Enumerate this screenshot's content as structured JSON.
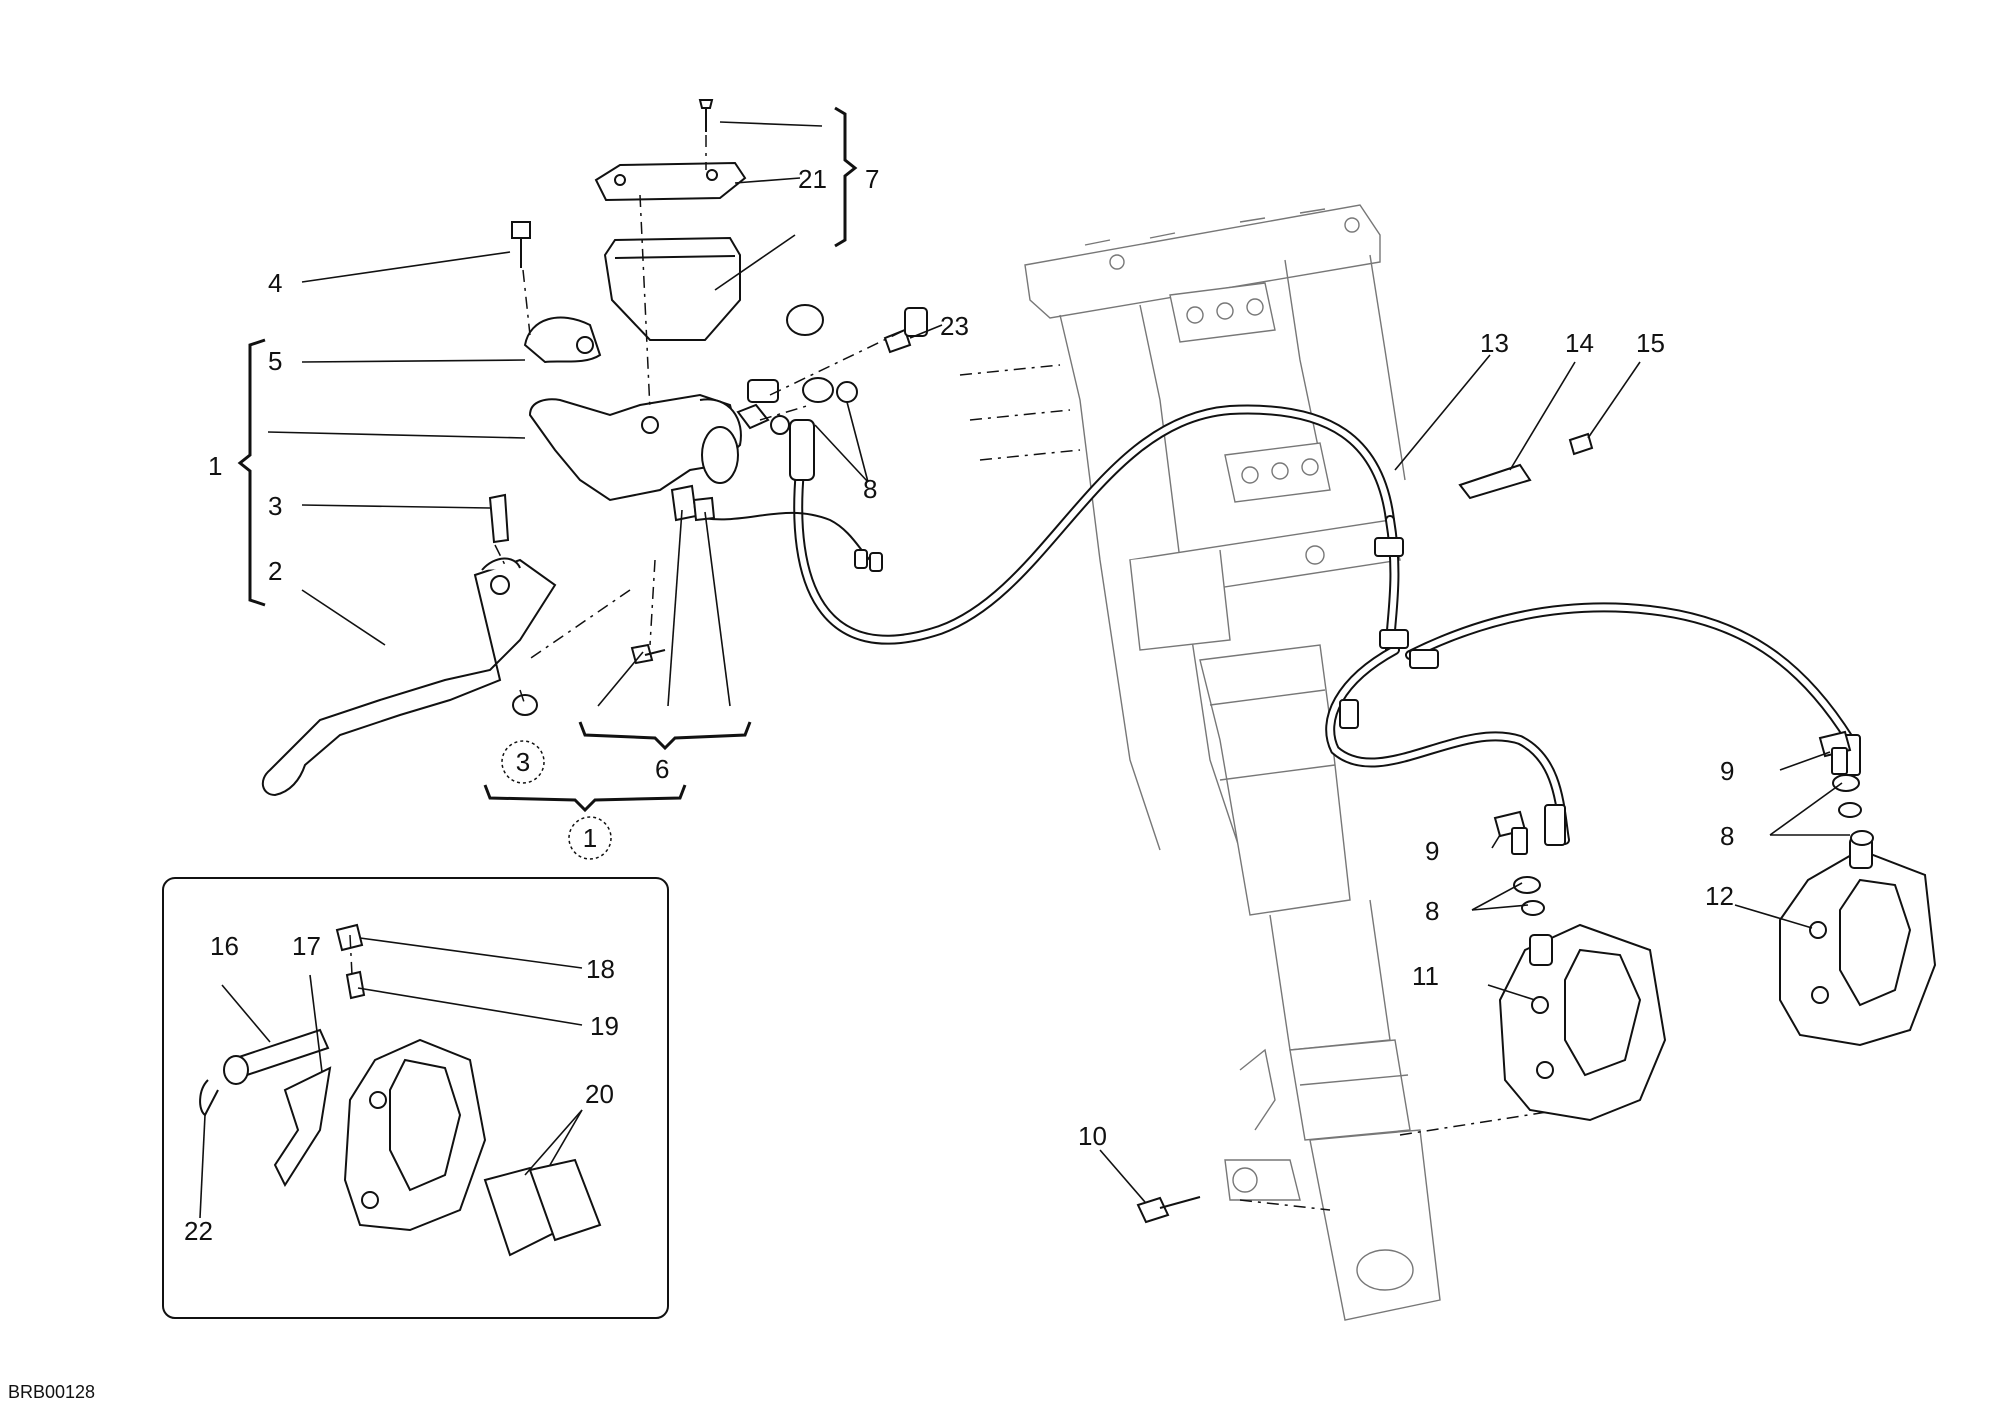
{
  "diagram": {
    "drawing_code": "BRB00128",
    "callouts": {
      "c1": "1",
      "c2": "2",
      "c3": "3",
      "c4": "4",
      "c5": "5",
      "c6": "6",
      "c7": "7",
      "c8a": "8",
      "c8b": "8",
      "c8c": "8",
      "c9a": "9",
      "c9b": "9",
      "c10": "10",
      "c11": "11",
      "c12": "12",
      "c13": "13",
      "c14": "14",
      "c15": "15",
      "c16": "16",
      "c17": "17",
      "c18": "18",
      "c19": "19",
      "c20": "20",
      "c21": "21",
      "c22": "22",
      "c23": "23"
    },
    "kit_callouts": {
      "k3": "3",
      "k6": "6",
      "k1": "1"
    }
  }
}
